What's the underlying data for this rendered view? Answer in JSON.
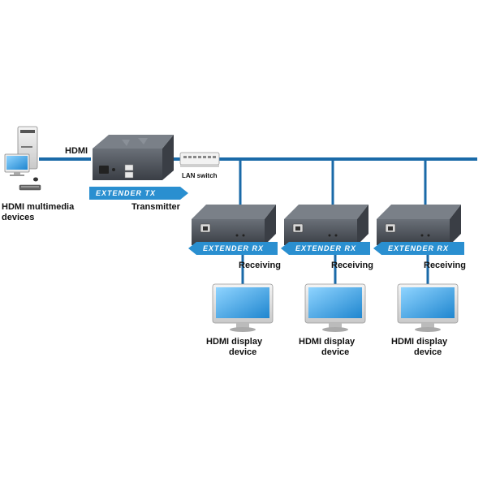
{
  "colors": {
    "cable": "#1a6aa8",
    "banner": "#2a8fd0",
    "device_body": "#4a4f57",
    "monitor_screen": "#2f9fe0"
  },
  "labels": {
    "hdmi": "HDMI",
    "source_line1": "HDMI multimedia",
    "source_line2": "devices",
    "transmitter": "Transmitter",
    "lan_switch": "LAN switch",
    "tx_banner": "EXTENDER TX",
    "rx_banner": "EXTENDER RX",
    "receiving": "Receiving",
    "display_line1": "HDMI display",
    "display_line2": "device"
  },
  "icons": {
    "source": "desktop-computer-icon",
    "transmitter": "extender-tx-box-icon",
    "switch": "lan-switch-icon",
    "receiver": "extender-rx-box-icon",
    "display": "monitor-icon"
  }
}
